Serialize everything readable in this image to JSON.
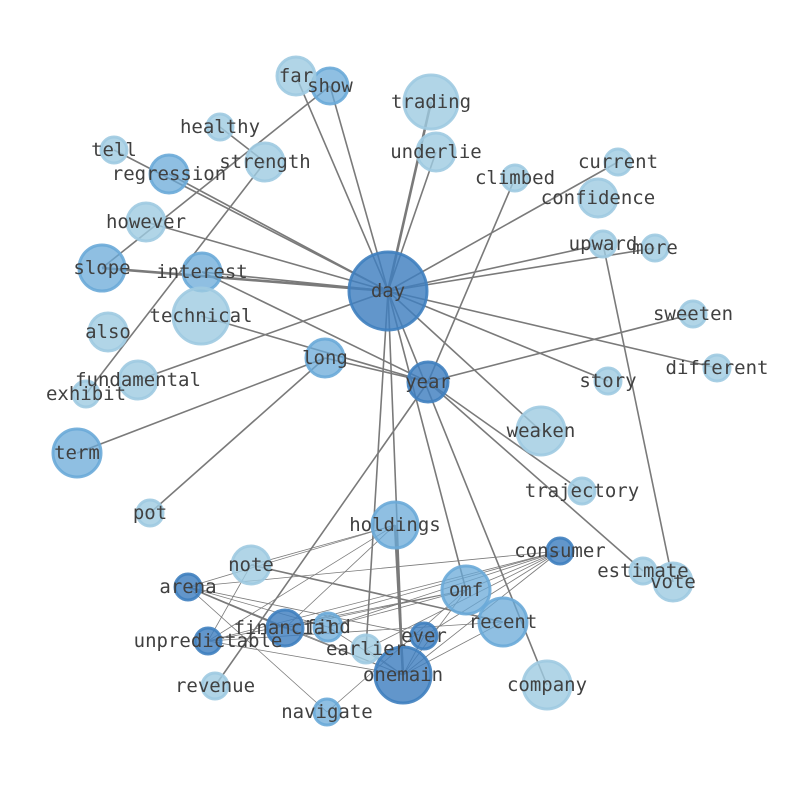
{
  "colors": {
    "background": "#ffffff",
    "edge": "#7a7a7a",
    "label": "#404040",
    "node_dark": "#3f7fbf",
    "node_mid": "#6aaad8",
    "node_light": "#9ecae1"
  },
  "nodes": [
    {
      "id": "day",
      "label": "day",
      "shade": "dark"
    },
    {
      "id": "year",
      "label": "year",
      "shade": "dark"
    },
    {
      "id": "onemain",
      "label": "onemain",
      "shade": "dark"
    },
    {
      "id": "omf",
      "label": "omf",
      "shade": "mid"
    },
    {
      "id": "holdings",
      "label": "holdings",
      "shade": "mid"
    },
    {
      "id": "recent",
      "label": "recent",
      "shade": "mid"
    },
    {
      "id": "financial",
      "label": "financial",
      "shade": "dark"
    },
    {
      "id": "find",
      "label": "find",
      "shade": "mid"
    },
    {
      "id": "ever",
      "label": "ever",
      "shade": "dark"
    },
    {
      "id": "earlier",
      "label": "earlier",
      "shade": "light"
    },
    {
      "id": "consumer",
      "label": "consumer",
      "shade": "dark"
    },
    {
      "id": "arena",
      "label": "arena",
      "shade": "dark"
    },
    {
      "id": "unpredictable",
      "label": "unpredictable",
      "shade": "dark"
    },
    {
      "id": "note",
      "label": "note",
      "shade": "light"
    },
    {
      "id": "revenue",
      "label": "revenue",
      "shade": "light"
    },
    {
      "id": "navigate",
      "label": "navigate",
      "shade": "mid"
    },
    {
      "id": "company",
      "label": "company",
      "shade": "light"
    },
    {
      "id": "vote",
      "label": "vote",
      "shade": "light"
    },
    {
      "id": "estimate",
      "label": "estimate",
      "shade": "light"
    },
    {
      "id": "trajectory",
      "label": "trajectory",
      "shade": "light"
    },
    {
      "id": "weaken",
      "label": "weaken",
      "shade": "light"
    },
    {
      "id": "story",
      "label": "story",
      "shade": "light"
    },
    {
      "id": "different",
      "label": "different",
      "shade": "light"
    },
    {
      "id": "sweeten",
      "label": "sweeten",
      "shade": "light"
    },
    {
      "id": "more",
      "label": "more",
      "shade": "light"
    },
    {
      "id": "upward",
      "label": "upward",
      "shade": "light"
    },
    {
      "id": "confidence",
      "label": "confidence",
      "shade": "light"
    },
    {
      "id": "current",
      "label": "current",
      "shade": "light"
    },
    {
      "id": "climbed",
      "label": "climbed",
      "shade": "light"
    },
    {
      "id": "underlie",
      "label": "underlie",
      "shade": "light"
    },
    {
      "id": "trading",
      "label": "trading",
      "shade": "light"
    },
    {
      "id": "show",
      "label": "show",
      "shade": "mid"
    },
    {
      "id": "far",
      "label": "far",
      "shade": "light"
    },
    {
      "id": "healthy",
      "label": "healthy",
      "shade": "light"
    },
    {
      "id": "strength",
      "label": "strength",
      "shade": "light"
    },
    {
      "id": "tell",
      "label": "tell",
      "shade": "light"
    },
    {
      "id": "regression",
      "label": "regression",
      "shade": "mid"
    },
    {
      "id": "however",
      "label": "however",
      "shade": "light"
    },
    {
      "id": "slope",
      "label": "slope",
      "shade": "mid"
    },
    {
      "id": "interest",
      "label": "interest",
      "shade": "mid"
    },
    {
      "id": "technical",
      "label": "technical",
      "shade": "light"
    },
    {
      "id": "also",
      "label": "also",
      "shade": "light"
    },
    {
      "id": "long",
      "label": "long",
      "shade": "mid"
    },
    {
      "id": "fundamental",
      "label": "fundamental",
      "shade": "light"
    },
    {
      "id": "exhibit",
      "label": "exhibit",
      "shade": "light"
    },
    {
      "id": "term",
      "label": "term",
      "shade": "mid"
    },
    {
      "id": "pot",
      "label": "pot",
      "shade": "light"
    }
  ],
  "edges": [
    {
      "source": "day",
      "target": "show",
      "weight": 1.6
    },
    {
      "source": "day",
      "target": "far",
      "weight": 1.6
    },
    {
      "source": "day",
      "target": "trading",
      "weight": 2.6
    },
    {
      "source": "day",
      "target": "underlie",
      "weight": 1.6
    },
    {
      "source": "day",
      "target": "current",
      "weight": 1.6
    },
    {
      "source": "day",
      "target": "upward",
      "weight": 1.6
    },
    {
      "source": "day",
      "target": "more",
      "weight": 1.6
    },
    {
      "source": "day",
      "target": "different",
      "weight": 1.6
    },
    {
      "source": "day",
      "target": "story",
      "weight": 1.6
    },
    {
      "source": "day",
      "target": "weaken",
      "weight": 1.6
    },
    {
      "source": "day",
      "target": "company",
      "weight": 1.6
    },
    {
      "source": "day",
      "target": "onemain",
      "weight": 1.6
    },
    {
      "source": "day",
      "target": "earlier",
      "weight": 1.6
    },
    {
      "source": "day",
      "target": "slope",
      "weight": 2.6
    },
    {
      "source": "day",
      "target": "interest",
      "weight": 1.6
    },
    {
      "source": "day",
      "target": "however",
      "weight": 1.6
    },
    {
      "source": "day",
      "target": "regression",
      "weight": 1.6
    },
    {
      "source": "day",
      "target": "tell",
      "weight": 1.6
    },
    {
      "source": "day",
      "target": "fundamental",
      "weight": 1.6
    },
    {
      "source": "day",
      "target": "omf",
      "weight": 1.6
    },
    {
      "source": "year",
      "target": "climbed",
      "weight": 1.6
    },
    {
      "source": "year",
      "target": "sweeten",
      "weight": 1.6
    },
    {
      "source": "year",
      "target": "trajectory",
      "weight": 1.6
    },
    {
      "source": "year",
      "target": "estimate",
      "weight": 1.6
    },
    {
      "source": "year",
      "target": "long",
      "weight": 1.6
    },
    {
      "source": "year",
      "target": "interest",
      "weight": 1.6
    },
    {
      "source": "year",
      "target": "technical",
      "weight": 1.6
    },
    {
      "source": "year",
      "target": "revenue",
      "weight": 1.6
    },
    {
      "source": "strength",
      "target": "exhibit",
      "weight": 1.6
    },
    {
      "source": "strength",
      "target": "healthy",
      "weight": 1.6
    },
    {
      "source": "show",
      "target": "slope",
      "weight": 1.6
    },
    {
      "source": "long",
      "target": "term",
      "weight": 1.6
    },
    {
      "source": "long",
      "target": "pot",
      "weight": 1.6
    },
    {
      "source": "upward",
      "target": "vote",
      "weight": 1.6
    },
    {
      "source": "holdings",
      "target": "onemain",
      "weight": 2.6
    },
    {
      "source": "holdings",
      "target": "note",
      "weight": 0.8
    },
    {
      "source": "holdings",
      "target": "arena",
      "weight": 0.8
    },
    {
      "source": "holdings",
      "target": "financial",
      "weight": 0.8
    },
    {
      "source": "holdings",
      "target": "unpredictable",
      "weight": 0.8
    },
    {
      "source": "consumer",
      "target": "omf",
      "weight": 0.8
    },
    {
      "source": "consumer",
      "target": "financial",
      "weight": 0.8
    },
    {
      "source": "consumer",
      "target": "find",
      "weight": 0.8
    },
    {
      "source": "consumer",
      "target": "earlier",
      "weight": 0.8
    },
    {
      "source": "consumer",
      "target": "onemain",
      "weight": 0.8
    },
    {
      "source": "consumer",
      "target": "arena",
      "weight": 0.8
    },
    {
      "source": "consumer",
      "target": "unpredictable",
      "weight": 0.8
    },
    {
      "source": "consumer",
      "target": "ever",
      "weight": 0.8
    },
    {
      "source": "arena",
      "target": "financial",
      "weight": 1.6
    },
    {
      "source": "arena",
      "target": "find",
      "weight": 0.8
    },
    {
      "source": "arena",
      "target": "navigate",
      "weight": 0.8
    },
    {
      "source": "arena",
      "target": "onemain",
      "weight": 0.8
    },
    {
      "source": "arena",
      "target": "ever",
      "weight": 0.8
    },
    {
      "source": "note",
      "target": "recent",
      "weight": 1.6
    },
    {
      "source": "note",
      "target": "unpredictable",
      "weight": 0.8
    },
    {
      "source": "omf",
      "target": "financial",
      "weight": 0.8
    },
    {
      "source": "omf",
      "target": "find",
      "weight": 0.8
    },
    {
      "source": "omf",
      "target": "unpredictable",
      "weight": 0.8
    },
    {
      "source": "omf",
      "target": "navigate",
      "weight": 0.8
    },
    {
      "source": "omf",
      "target": "onemain",
      "weight": 0.8
    },
    {
      "source": "recent",
      "target": "onemain",
      "weight": 0.8
    },
    {
      "source": "find",
      "target": "onemain",
      "weight": 0.8
    },
    {
      "source": "financial",
      "target": "onemain",
      "weight": 0.8
    },
    {
      "source": "unpredictable",
      "target": "onemain",
      "weight": 0.8
    },
    {
      "source": "unpredictable",
      "target": "recent",
      "weight": 0.8
    },
    {
      "source": "earlier",
      "target": "onemain",
      "weight": 0.8
    },
    {
      "source": "ever",
      "target": "onemain",
      "weight": 0.8
    }
  ]
}
